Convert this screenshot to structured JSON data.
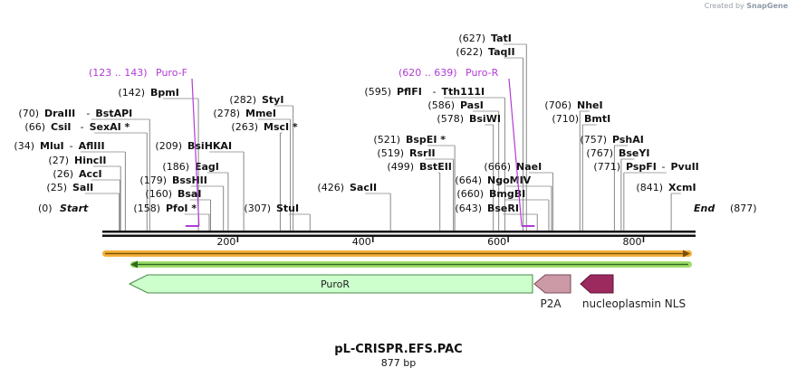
{
  "credit": {
    "text": "Created by",
    "logo": "SnapGene"
  },
  "map": {
    "name": "pL-CRISPR.EFS.PAC",
    "length_label": "877 bp",
    "length": 877,
    "start_label": "Start",
    "start_pos": "(0)",
    "end_label": "End",
    "end_pos": "(877)"
  },
  "ruler": [
    {
      "value": 200,
      "label": "200"
    },
    {
      "value": 400,
      "label": "400"
    },
    {
      "value": 600,
      "label": "600"
    },
    {
      "value": 800,
      "label": "800"
    }
  ],
  "sites": [
    {
      "pos": 25,
      "pos_label": "(25)",
      "name": "SalI"
    },
    {
      "pos": 26,
      "pos_label": "(26)",
      "name": "AccI"
    },
    {
      "pos": 27,
      "pos_label": "(27)",
      "name": "HincII"
    },
    {
      "pos": 34,
      "pos_label": "(34)",
      "name": "MluI",
      "name2": "AflIII"
    },
    {
      "pos": 66,
      "pos_label": "(66)",
      "name": "CsiI",
      "name2": "SexAI *"
    },
    {
      "pos": 70,
      "pos_label": "(70)",
      "name": "DraIII",
      "name2": "BstAPI"
    },
    {
      "pos": 142,
      "pos_label": "(142)",
      "name": "BpmI"
    },
    {
      "pos": 158,
      "pos_label": "(158)",
      "name": "PfoI *"
    },
    {
      "pos": 160,
      "pos_label": "(160)",
      "name": "BsaI"
    },
    {
      "pos": 179,
      "pos_label": "(179)",
      "name": "BssHII"
    },
    {
      "pos": 186,
      "pos_label": "(186)",
      "name": "EagI"
    },
    {
      "pos": 209,
      "pos_label": "(209)",
      "name": "BsiHKAI"
    },
    {
      "pos": 263,
      "pos_label": "(263)",
      "name": "MscI *"
    },
    {
      "pos": 278,
      "pos_label": "(278)",
      "name": "MmeI"
    },
    {
      "pos": 282,
      "pos_label": "(282)",
      "name": "StyI"
    },
    {
      "pos": 307,
      "pos_label": "(307)",
      "name": "StuI"
    },
    {
      "pos": 426,
      "pos_label": "(426)",
      "name": "SacII"
    },
    {
      "pos": 499,
      "pos_label": "(499)",
      "name": "BstEII"
    },
    {
      "pos": 519,
      "pos_label": "(519)",
      "name": "RsrII"
    },
    {
      "pos": 521,
      "pos_label": "(521)",
      "name": "BspEI *"
    },
    {
      "pos": 578,
      "pos_label": "(578)",
      "name": "BsiWI"
    },
    {
      "pos": 586,
      "pos_label": "(586)",
      "name": "PasI"
    },
    {
      "pos": 595,
      "pos_label": "(595)",
      "name": "PflFI",
      "name2": "Tth111I"
    },
    {
      "pos": 622,
      "pos_label": "(622)",
      "name": "TaqII"
    },
    {
      "pos": 627,
      "pos_label": "(627)",
      "name": "TatI"
    },
    {
      "pos": 643,
      "pos_label": "(643)",
      "name": "BseRI"
    },
    {
      "pos": 660,
      "pos_label": "(660)",
      "name": "BmgBI"
    },
    {
      "pos": 664,
      "pos_label": "(664)",
      "name": "NgoMIV"
    },
    {
      "pos": 666,
      "pos_label": "(666)",
      "name": "NaeI"
    },
    {
      "pos": 706,
      "pos_label": "(706)",
      "name": "NheI"
    },
    {
      "pos": 710,
      "pos_label": "(710)",
      "name": "BmtI"
    },
    {
      "pos": 757,
      "pos_label": "(757)",
      "name": "PshAI"
    },
    {
      "pos": 767,
      "pos_label": "(767)",
      "name": "BseYI"
    },
    {
      "pos": 771,
      "pos_label": "(771)",
      "name": "PspFI",
      "name2": "PvuII"
    },
    {
      "pos": 841,
      "pos_label": "(841)",
      "name": "XcmI"
    }
  ],
  "primers": [
    {
      "range": "(123 .. 143)",
      "name": "Puro-F",
      "color": "#b23ad6"
    },
    {
      "range": "(620 .. 639)",
      "name": "Puro-R",
      "color": "#b23ad6"
    }
  ],
  "features": [
    {
      "name": "PuroR",
      "color": "#ccffcc",
      "stroke": "#4a8a4a"
    },
    {
      "name": "P2A",
      "color": "#cc9aa6",
      "stroke": "#7a4a57"
    },
    {
      "name": "nucleoplasmin NLS",
      "color": "#9c2a5e",
      "stroke": "#5e1436"
    }
  ],
  "colors": {
    "orange_bar": "#f2b035",
    "green_bar": "#9ddc6a",
    "primer": "#b23ad6"
  }
}
